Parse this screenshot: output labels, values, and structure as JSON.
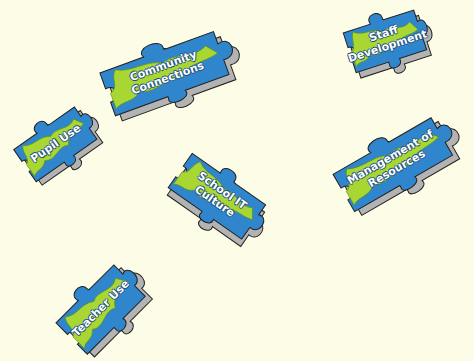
{
  "diagram": {
    "nodes": [
      {
        "text": [
          "Community Connections"
        ]
      },
      {
        "text": [
          "Staff Development"
        ]
      },
      {
        "text": [
          "Pupil Use"
        ]
      },
      {
        "text": [
          "Management of Resources"
        ]
      },
      {
        "text": [
          "School IT Culture"
        ]
      },
      {
        "text": [
          "Teacher Use"
        ]
      }
    ]
  }
}
